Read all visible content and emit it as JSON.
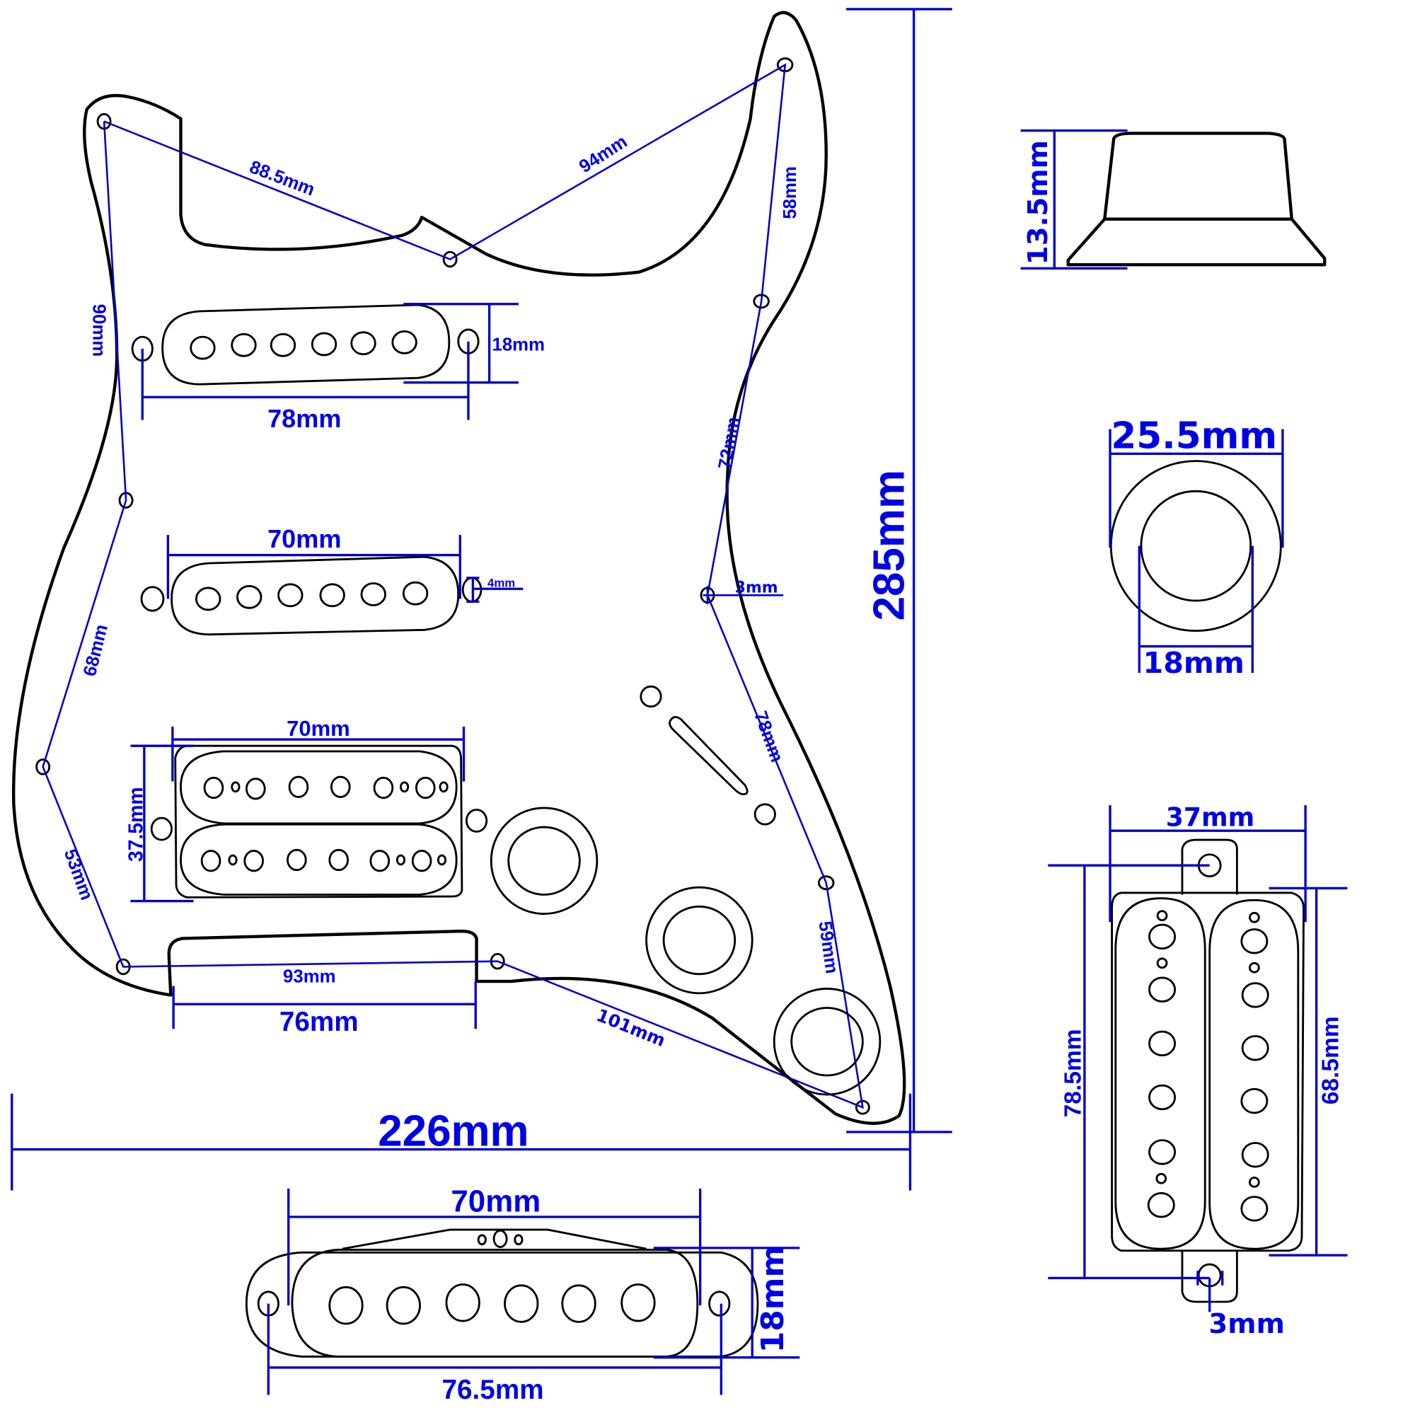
{
  "colors": {
    "dimension": "#0000e6",
    "outline": "#000000",
    "background": "#ffffff"
  },
  "pickguard": {
    "overall_height": "285mm",
    "overall_width": "226mm",
    "screw_spacings": {
      "top_left_to_top_center": "88.5mm",
      "top_center_to_horn": "94mm",
      "horn_to_right_upper": "58mm",
      "right_upper_to_right_mid": "72mm",
      "right_mid_screw_hole": "3mm",
      "right_mid_to_right_lower": "78mm",
      "right_lower_to_bottom_right": "59mm",
      "bottom_center_to_bottom_right": "101mm",
      "bottom_left_to_bottom_center": "93mm",
      "left_top_to_left_upper": "90mm",
      "left_upper_to_left_mid": "68mm",
      "left_mid_to_left_lower": "53mm"
    },
    "neck_pickup": {
      "mount_spacing": "78mm",
      "height": "18mm"
    },
    "middle_pickup": {
      "length": "70mm",
      "mount_hole": "4mm"
    },
    "bridge_humbucker": {
      "length": "70mm",
      "height": "37.5mm"
    },
    "bottom_cutout": {
      "width": "76mm"
    }
  },
  "knob": {
    "height": "13.5mm",
    "outer_diameter": "25.5mm",
    "inner_diameter": "18mm"
  },
  "humbucker": {
    "width": "37mm",
    "mount_spacing": "78.5mm",
    "cover_length": "68.5mm",
    "screw_hole": "3mm"
  },
  "single_coil": {
    "cover_length": "70mm",
    "mount_spacing": "76.5mm",
    "height": "18mm"
  }
}
